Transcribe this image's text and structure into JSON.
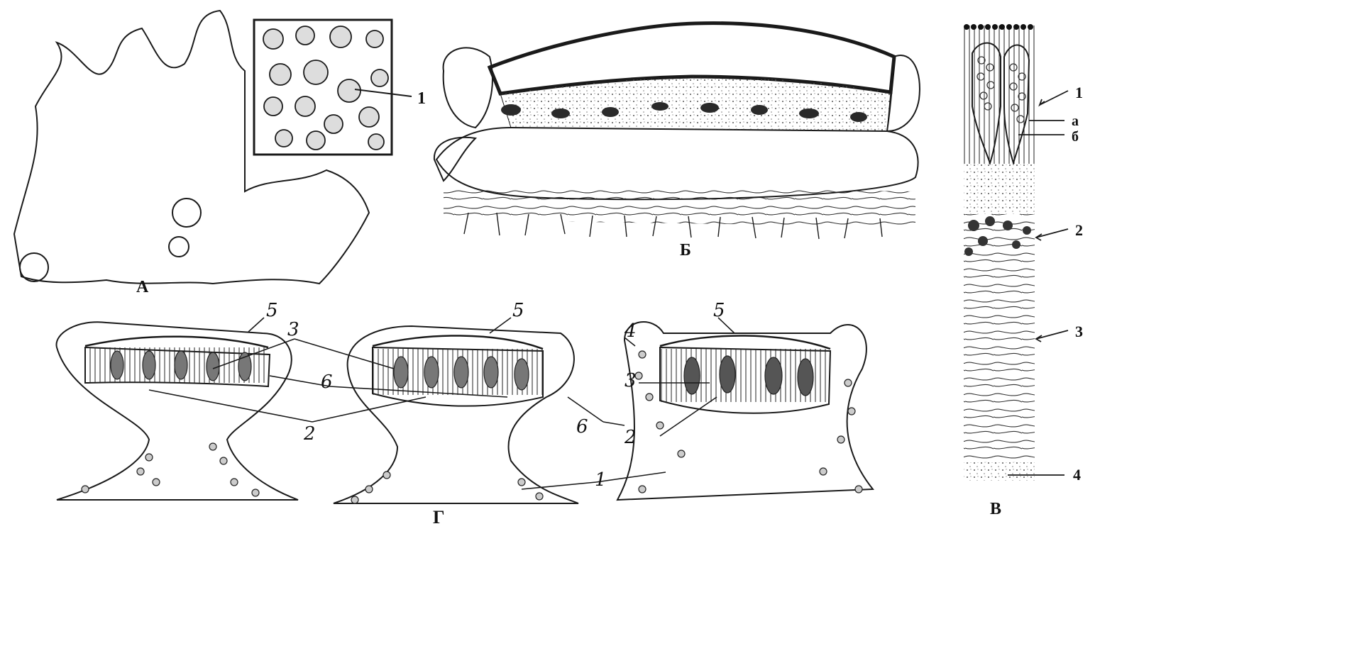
{
  "figure": {
    "panels": {
      "A": {
        "label": "А",
        "callouts": [
          "1"
        ]
      },
      "B": {
        "label": "Б"
      },
      "V": {
        "label": "В",
        "callouts": [
          "1",
          "а",
          "б",
          "2",
          "3",
          "4"
        ]
      },
      "G": {
        "label": "Г",
        "callouts": [
          "5",
          "3",
          "6",
          "2",
          "5",
          "4",
          "3",
          "6",
          "2",
          "1",
          "5"
        ]
      }
    }
  },
  "colors": {
    "ink": "#1a1a1a",
    "paper": "#ffffff",
    "shade": "#6d6d6d"
  }
}
